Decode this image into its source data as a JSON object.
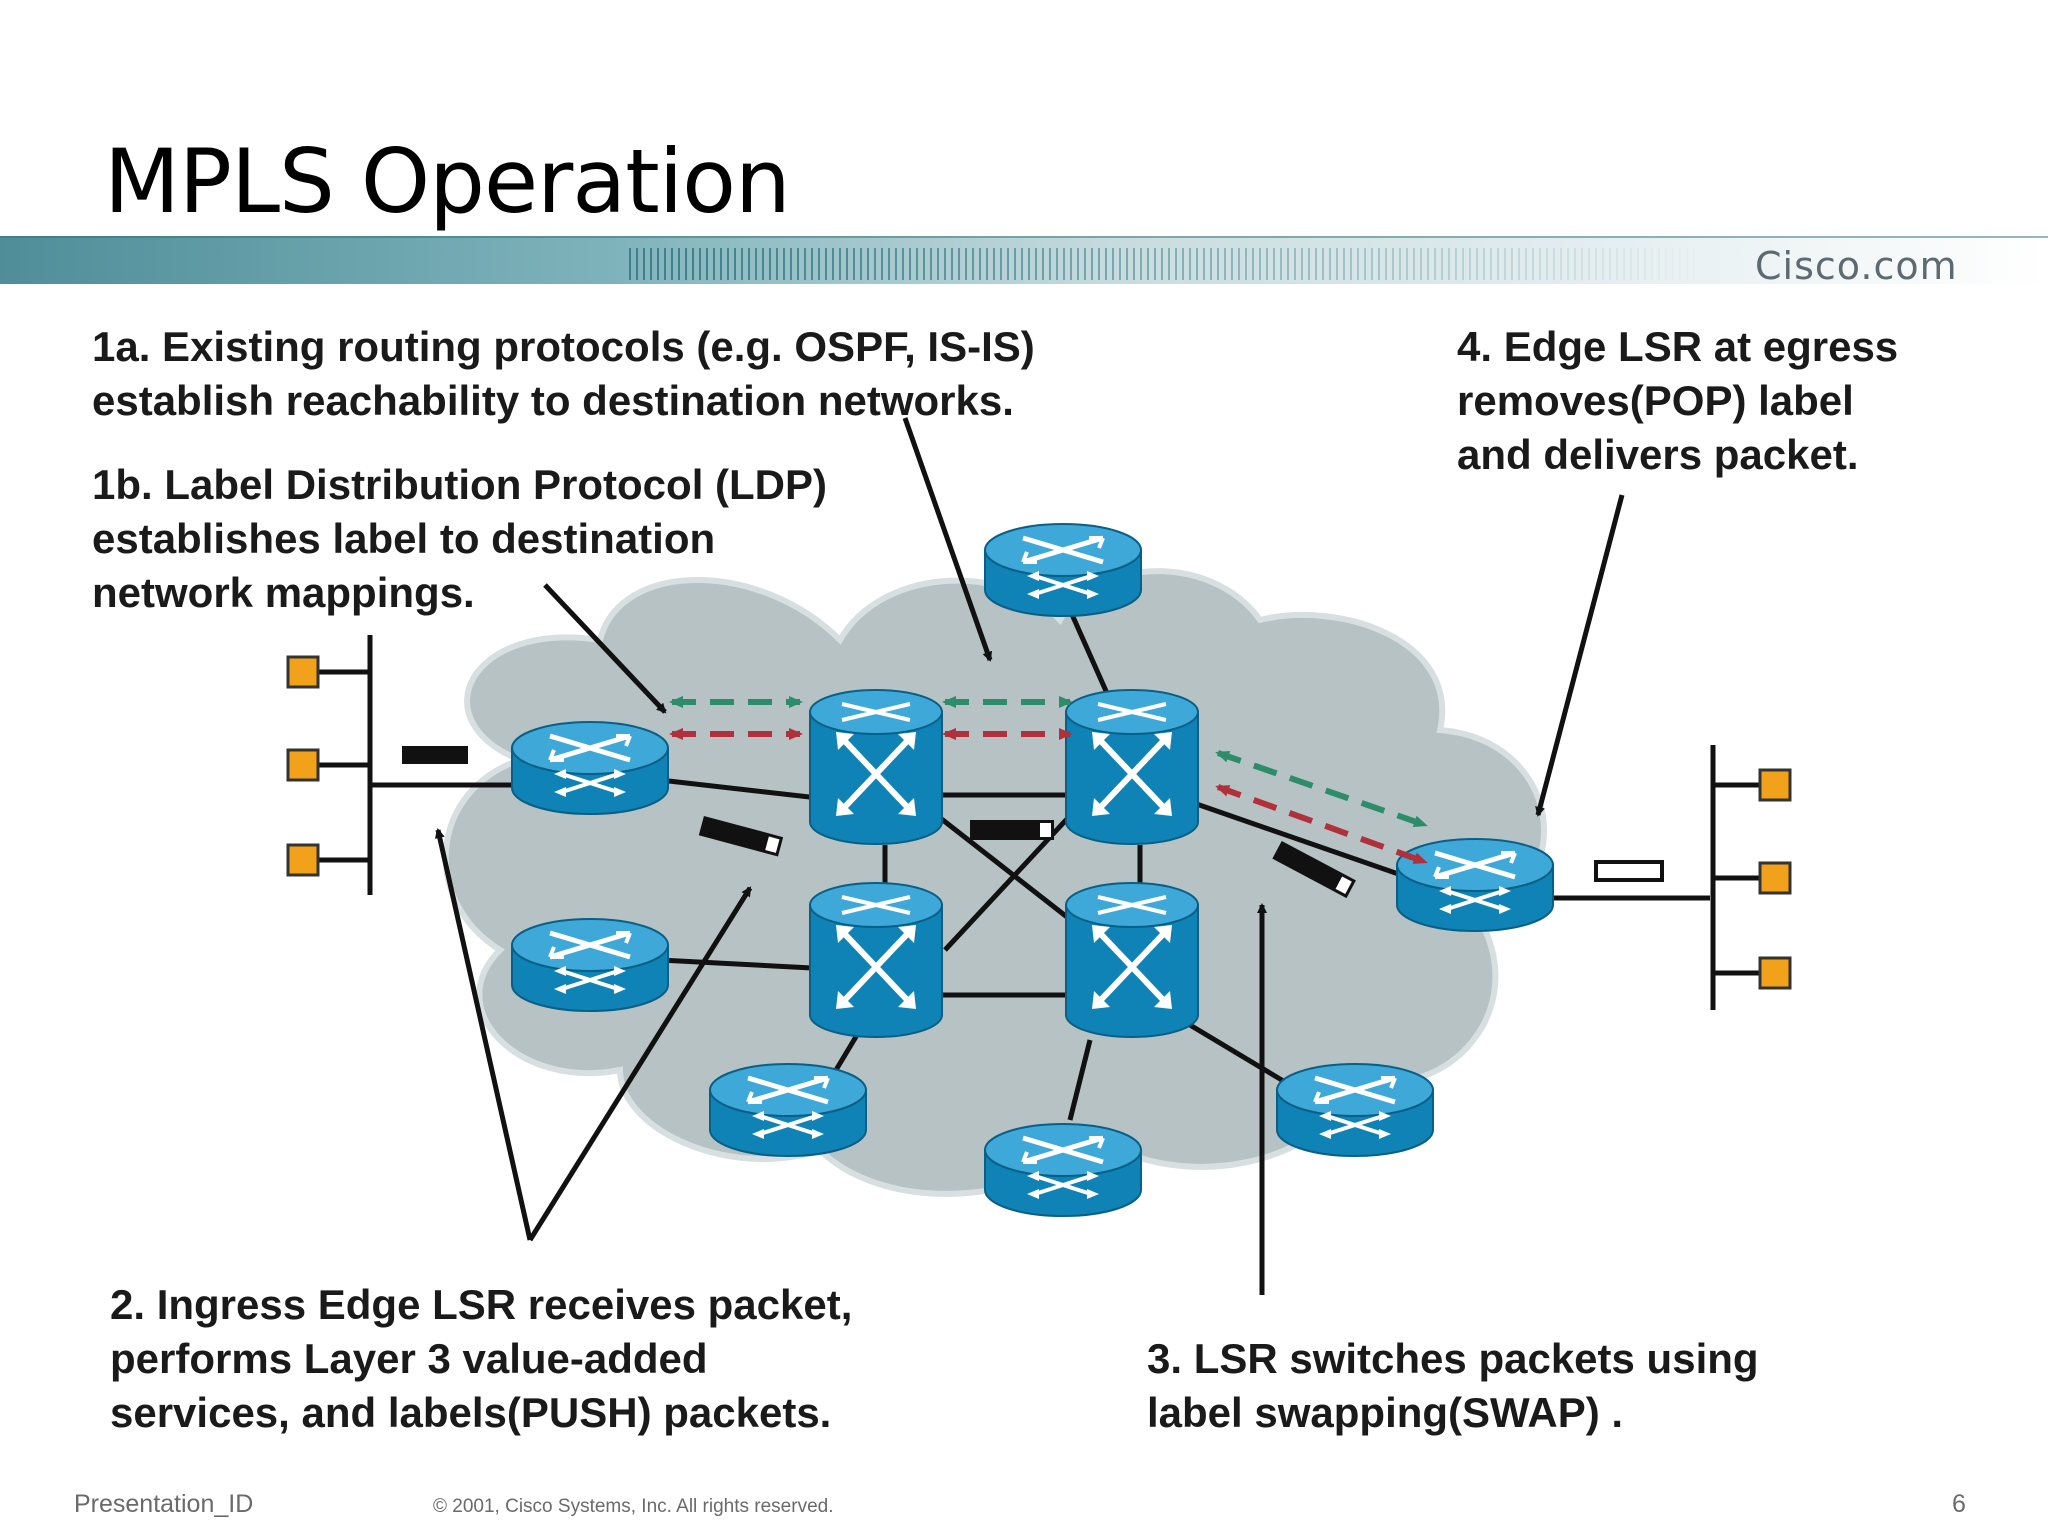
{
  "slide": {
    "title": "MPLS Operation",
    "logo": "Cisco.com",
    "footer_left": "Presentation_ID",
    "footer_copyright": "© 2001, Cisco Systems, Inc. All rights reserved.",
    "page_number": "6"
  },
  "captions": {
    "step_1a": [
      "1a. Existing routing protocols (e.g. OSPF, IS-IS)",
      "establish reachability to destination networks."
    ],
    "step_1b": [
      "1b. Label Distribution Protocol (LDP)",
      "establishes label to destination",
      "network mappings."
    ],
    "step_2": [
      "2. Ingress Edge LSR receives packet,",
      "performs Layer 3 value-added",
      "services, and labels(PUSH) packets."
    ],
    "step_3": [
      "3. LSR switches packets using",
      "label swapping(SWAP) ."
    ],
    "step_4": [
      "4. Edge LSR at egress",
      "removes(POP) label",
      "and delivers packet."
    ]
  },
  "colors": {
    "cloud_fill": "#b7c2c5",
    "device_blue": "#0f83b5",
    "device_top": "#3ea8d8",
    "host_orange": "#f2a11b",
    "ldp_green": "#2d8c6a",
    "ldp_red": "#b0303c",
    "banner_teal": "#5b9aa5"
  },
  "icons": {
    "router": "router-icon",
    "atm_switch": "atm-switch-icon",
    "host": "host-icon",
    "packet": "packet-icon",
    "labeled_packet": "labeled-packet-icon"
  }
}
